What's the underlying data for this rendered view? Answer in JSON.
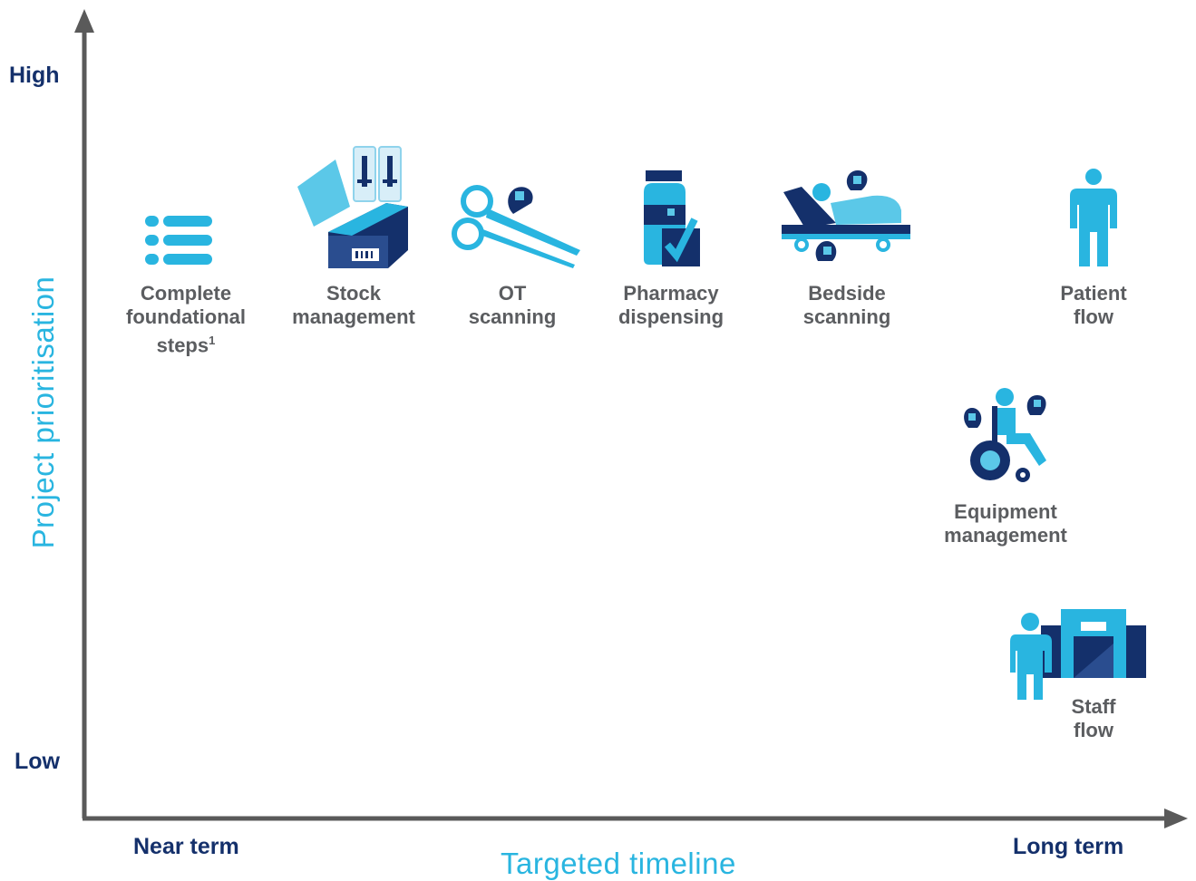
{
  "y_axis": {
    "title": "Project prioritisation",
    "high_label": "High",
    "low_label": "Low"
  },
  "x_axis": {
    "title": "Targeted timeline",
    "near_label": "Near term",
    "far_label": "Long term"
  },
  "items": [
    {
      "line1": "Complete",
      "line2": "foundational",
      "line3": "steps",
      "footnote": "1",
      "icon": "list-icon"
    },
    {
      "line1": "Stock",
      "line2": "management",
      "icon": "stock-box-icon"
    },
    {
      "line1": "OT",
      "line2": "scanning",
      "icon": "scissors-icon"
    },
    {
      "line1": "Pharmacy",
      "line2": "dispensing",
      "icon": "medicine-bottle-icon"
    },
    {
      "line1": "Bedside",
      "line2": "scanning",
      "icon": "hospital-bed-icon"
    },
    {
      "line1": "Patient",
      "line2": "flow",
      "icon": "person-icon"
    },
    {
      "line1": "Equipment",
      "line2": "management",
      "icon": "wheelchair-icon"
    },
    {
      "line1": "Staff",
      "line2": "flow",
      "icon": "staff-building-icon"
    }
  ],
  "colors": {
    "navy": "#14306b",
    "light_blue": "#29b5e0",
    "sky": "#5bc8e8",
    "axis": "#5a5a5a",
    "label_gray": "#5b5d60"
  }
}
